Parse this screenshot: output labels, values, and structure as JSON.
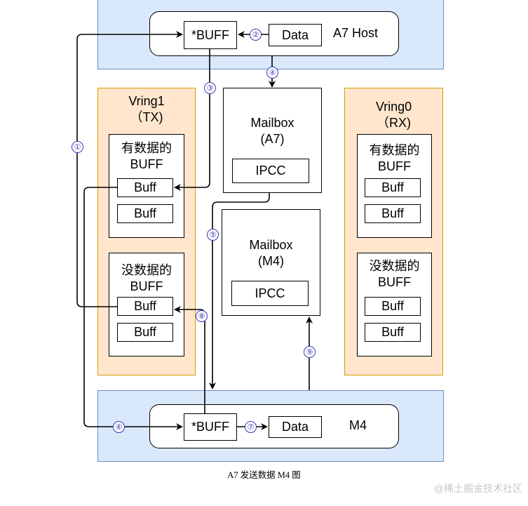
{
  "host": {
    "label": "A7 Host",
    "buff_label": "*BUFF",
    "data_label": "Data"
  },
  "vring1": {
    "title": "Vring1\n（TX)",
    "full_group_label": "有数据的\nBUFF",
    "empty_group_label": "没数据的\nBUFF",
    "buff_label": "Buff"
  },
  "vring0": {
    "title": "Vring0\n（RX)",
    "full_group_label": "有数据的\nBUFF",
    "empty_group_label": "没数据的\nBUFF",
    "buff_label": "Buff"
  },
  "mailbox_a7": {
    "title": "Mailbox\n(A7)",
    "ipcc_label": "IPCC"
  },
  "mailbox_m4": {
    "title": "Mailbox\n(M4)",
    "ipcc_label": "IPCC"
  },
  "m4": {
    "label": "M4",
    "buff_label": "*BUFF",
    "data_label": "Data"
  },
  "steps": [
    "①",
    "②",
    "③",
    "④",
    "⑤",
    "⑥",
    "⑦",
    "⑧",
    "⑨"
  ],
  "caption": "A7 发送数据 M4 图",
  "watermark": "@稀土掘金技术社区",
  "colors": {
    "band_fill": "#dae8fc",
    "band_border": "#6c8ebf",
    "vring_fill": "#ffe6cc",
    "vring_border": "#d79b00",
    "step_marker": "#3a3ab8"
  }
}
